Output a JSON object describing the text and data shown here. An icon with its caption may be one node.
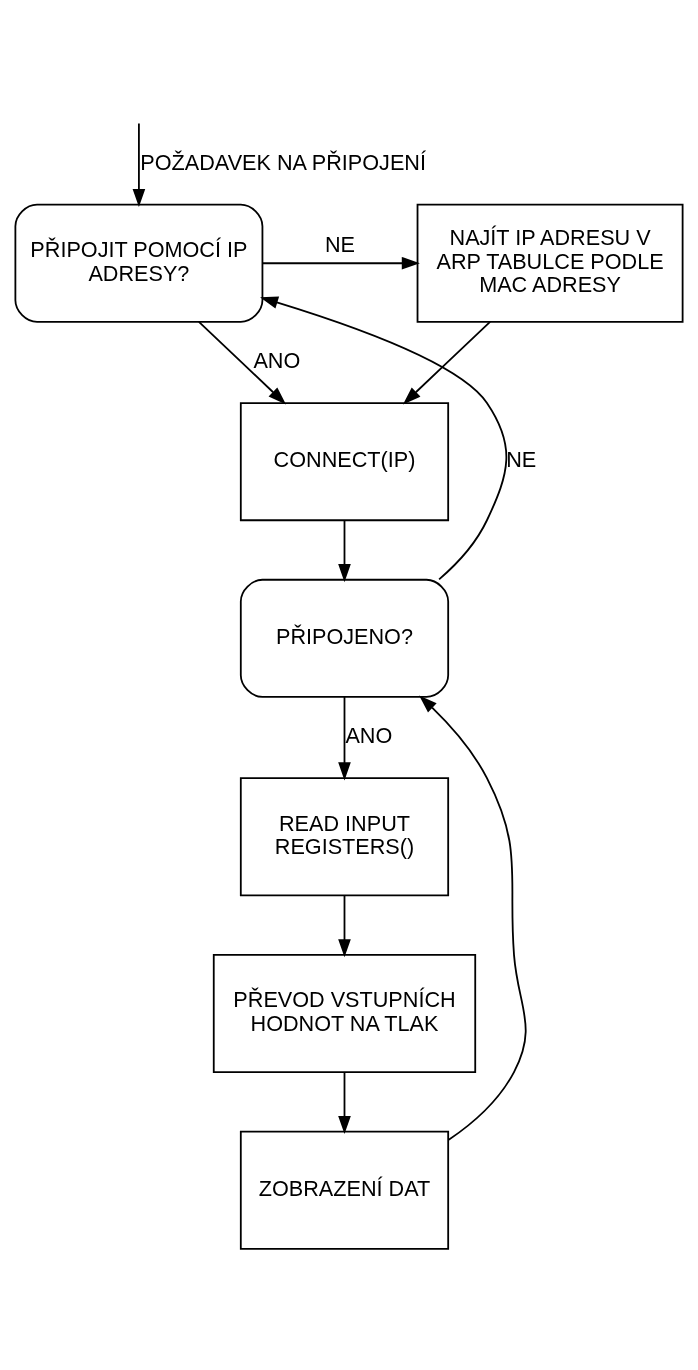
{
  "diagram": {
    "nodes": [
      {
        "text": [
          "PŘIPOJIT POMOCÍ IP ADRESY?"
        ]
      },
      {
        "text": [
          "NAJÍT IP ADRESU V ARP TABULCE PODLE MAC ADRESY"
        ]
      },
      {
        "text": [
          "CONNECT(IP)"
        ]
      },
      {
        "text": [
          "PŘIPOJENO?"
        ]
      },
      {
        "text": [
          "READ INPUT REGISTERS()"
        ]
      },
      {
        "text": [
          "PŘEVOD VSTUPNÍCH HODNOT NA TLAK"
        ]
      },
      {
        "text": [
          "ZOBRAZENÍ DAT"
        ]
      }
    ],
    "edges": [
      {
        "from": null,
        "to": 0,
        "arrow": "to",
        "label": "POŽADAVEK NA PŘIPOJENÍ"
      },
      {
        "from": 0,
        "to": 1,
        "arrow": "to",
        "label": "NE"
      },
      {
        "from": 0,
        "to": 2,
        "arrow": "to",
        "label": "ANO"
      },
      {
        "from": 1,
        "to": 2,
        "arrow": "to"
      },
      {
        "from": 2,
        "to": 3,
        "arrow": "to"
      },
      {
        "from": 3,
        "to": 0,
        "arrow": "to",
        "label": "NE"
      },
      {
        "from": 3,
        "to": 4,
        "arrow": "to",
        "label": "ANO"
      },
      {
        "from": 4,
        "to": 5,
        "arrow": "to"
      },
      {
        "from": 5,
        "to": 6,
        "arrow": "to"
      },
      {
        "from": 6,
        "to": 3,
        "arrow": "to"
      }
    ]
  }
}
